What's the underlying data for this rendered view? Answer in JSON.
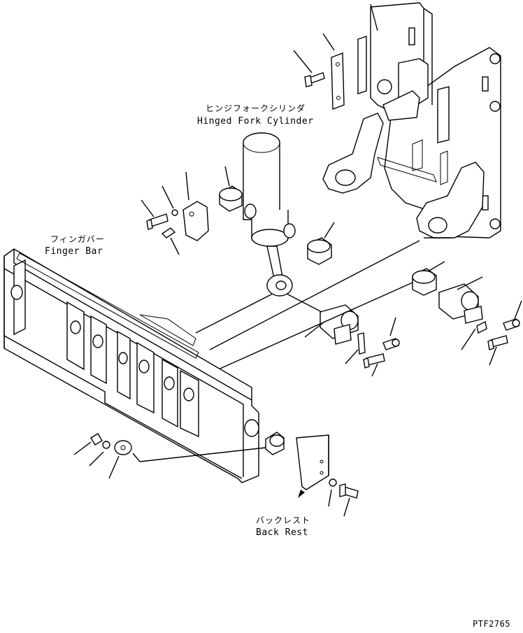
{
  "labels": {
    "cylinder_jp": "ヒンジフォークシリンダ",
    "cylinder_en": "Hinged Fork Cylinder",
    "fingerbar_jp": "フィンガバー",
    "fingerbar_en": "Finger Bar",
    "backrest_jp": "バックレスト",
    "backrest_en": "Back Rest",
    "figure_code": "PTF2765"
  }
}
